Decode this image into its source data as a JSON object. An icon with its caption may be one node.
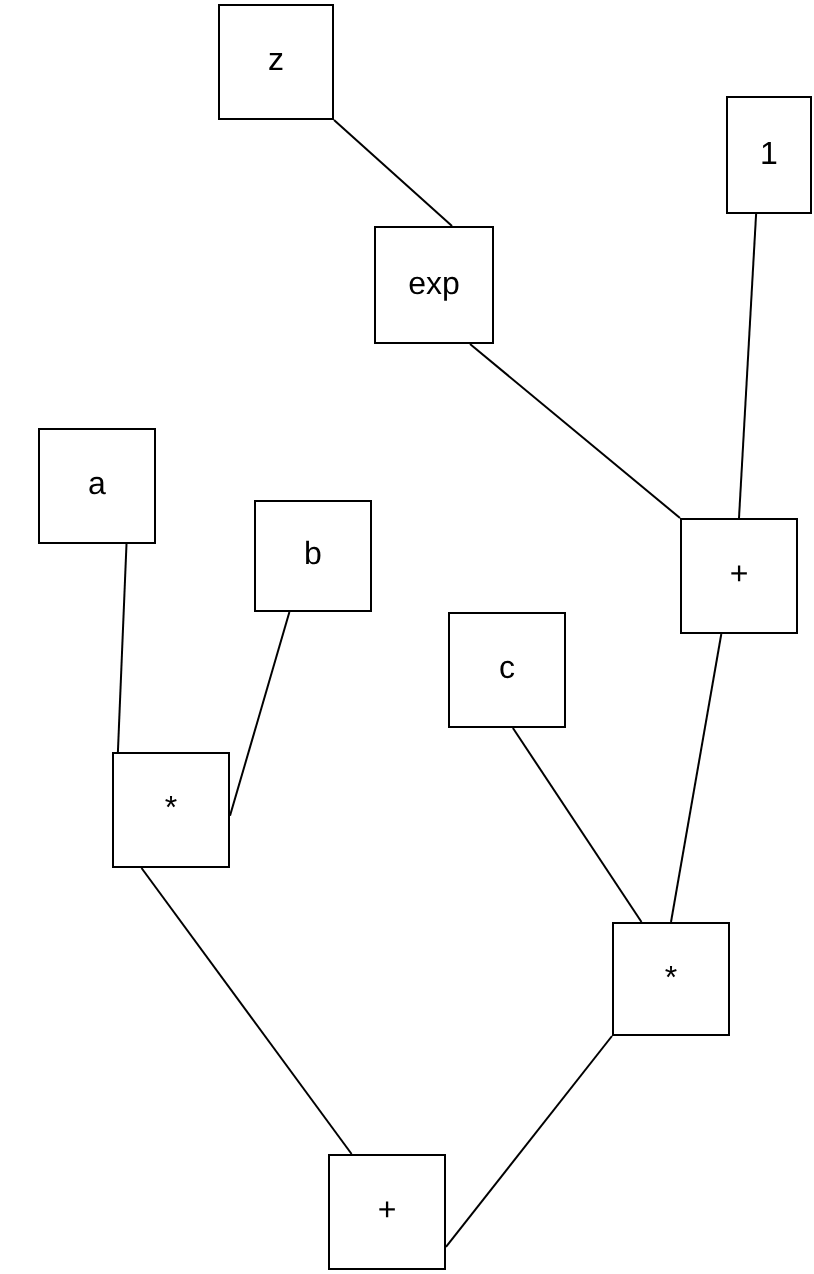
{
  "diagram": {
    "nodes": [
      {
        "text": [
          "z"
        ]
      },
      {
        "text": [
          "1"
        ]
      },
      {
        "text": [
          "exp"
        ]
      },
      {
        "text": [
          "a"
        ]
      },
      {
        "text": [
          "b"
        ]
      },
      {
        "text": [
          "+"
        ]
      },
      {
        "text": [
          "c"
        ]
      },
      {
        "text": [
          "*"
        ]
      },
      {
        "text": [
          "*"
        ]
      },
      {
        "text": [
          "+"
        ]
      }
    ],
    "edges": [
      {
        "from": 0,
        "to": 2,
        "arrow": "none"
      },
      {
        "from": 2,
        "to": 5,
        "arrow": "none"
      },
      {
        "from": 1,
        "to": 5,
        "arrow": "none"
      },
      {
        "from": 3,
        "to": 7,
        "arrow": "none"
      },
      {
        "from": 4,
        "to": 7,
        "arrow": "none"
      },
      {
        "from": 6,
        "to": 8,
        "arrow": "none"
      },
      {
        "from": 5,
        "to": 8,
        "arrow": "none"
      },
      {
        "from": 7,
        "to": 9,
        "arrow": "none"
      },
      {
        "from": 8,
        "to": 9,
        "arrow": "none"
      }
    ]
  }
}
